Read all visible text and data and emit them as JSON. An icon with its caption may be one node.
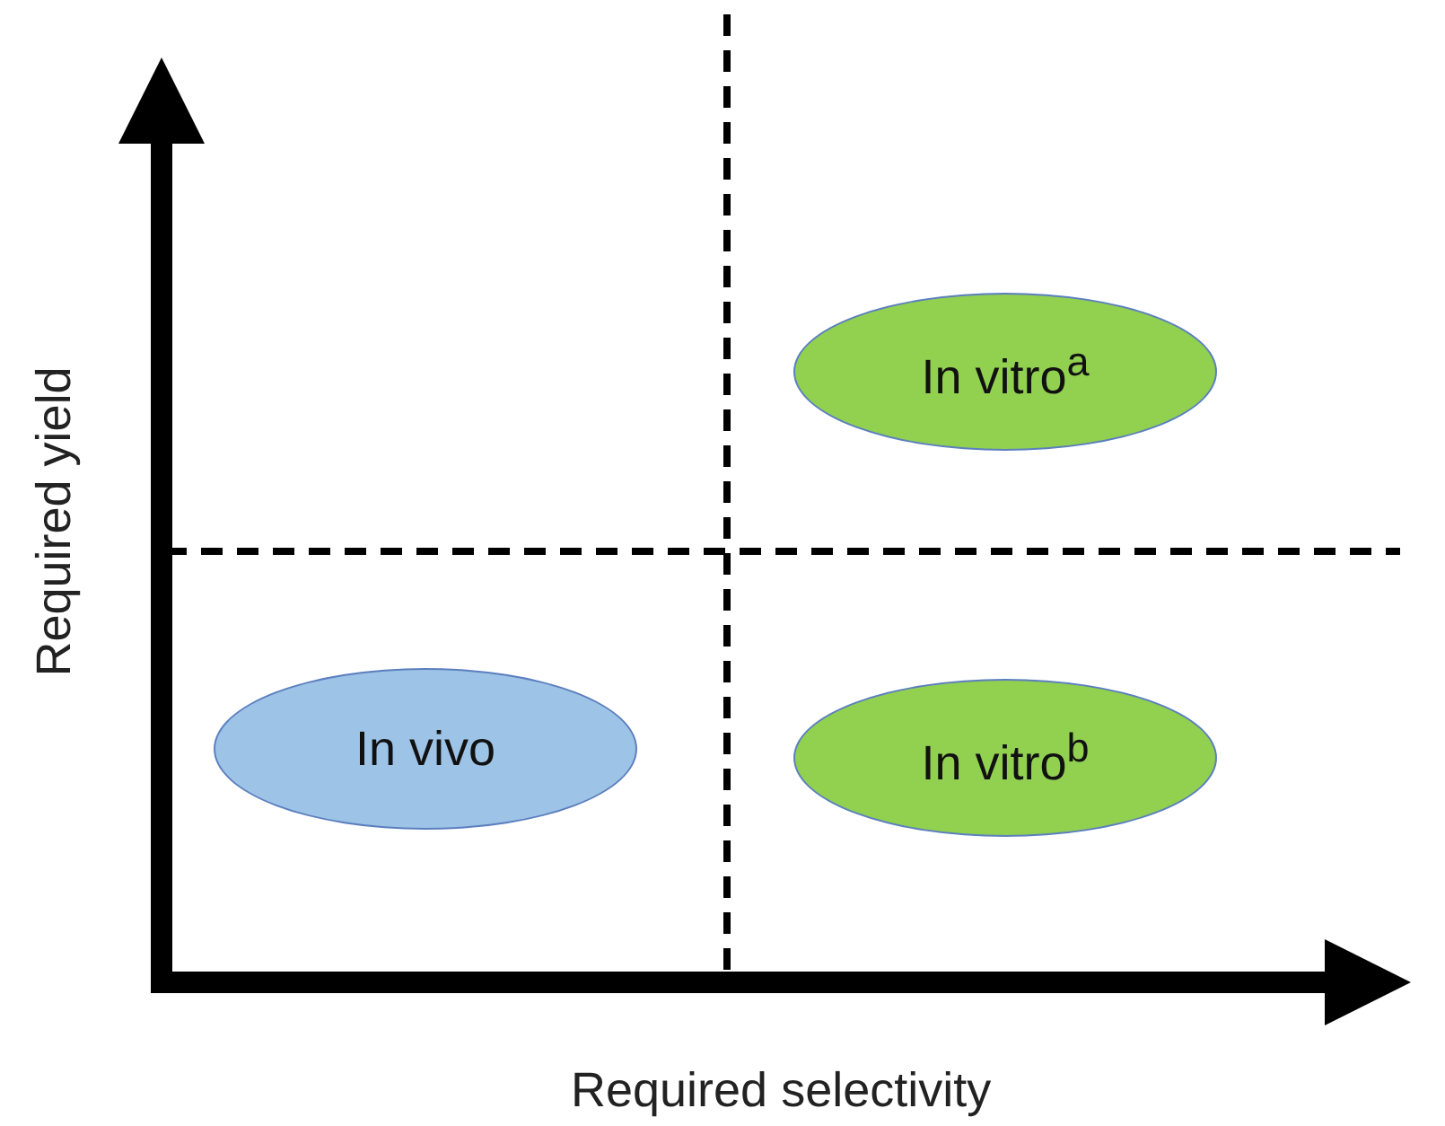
{
  "diagram": {
    "nodes": [
      {
        "text": [
          "In vitro$^{a}$"
        ]
      },
      {
        "text": [
          "In vivo"
        ]
      },
      {
        "text": [
          "In vitro$^{b}$"
        ]
      }
    ],
    "labels": [
      "Required yield",
      "Required selectivity"
    ]
  }
}
